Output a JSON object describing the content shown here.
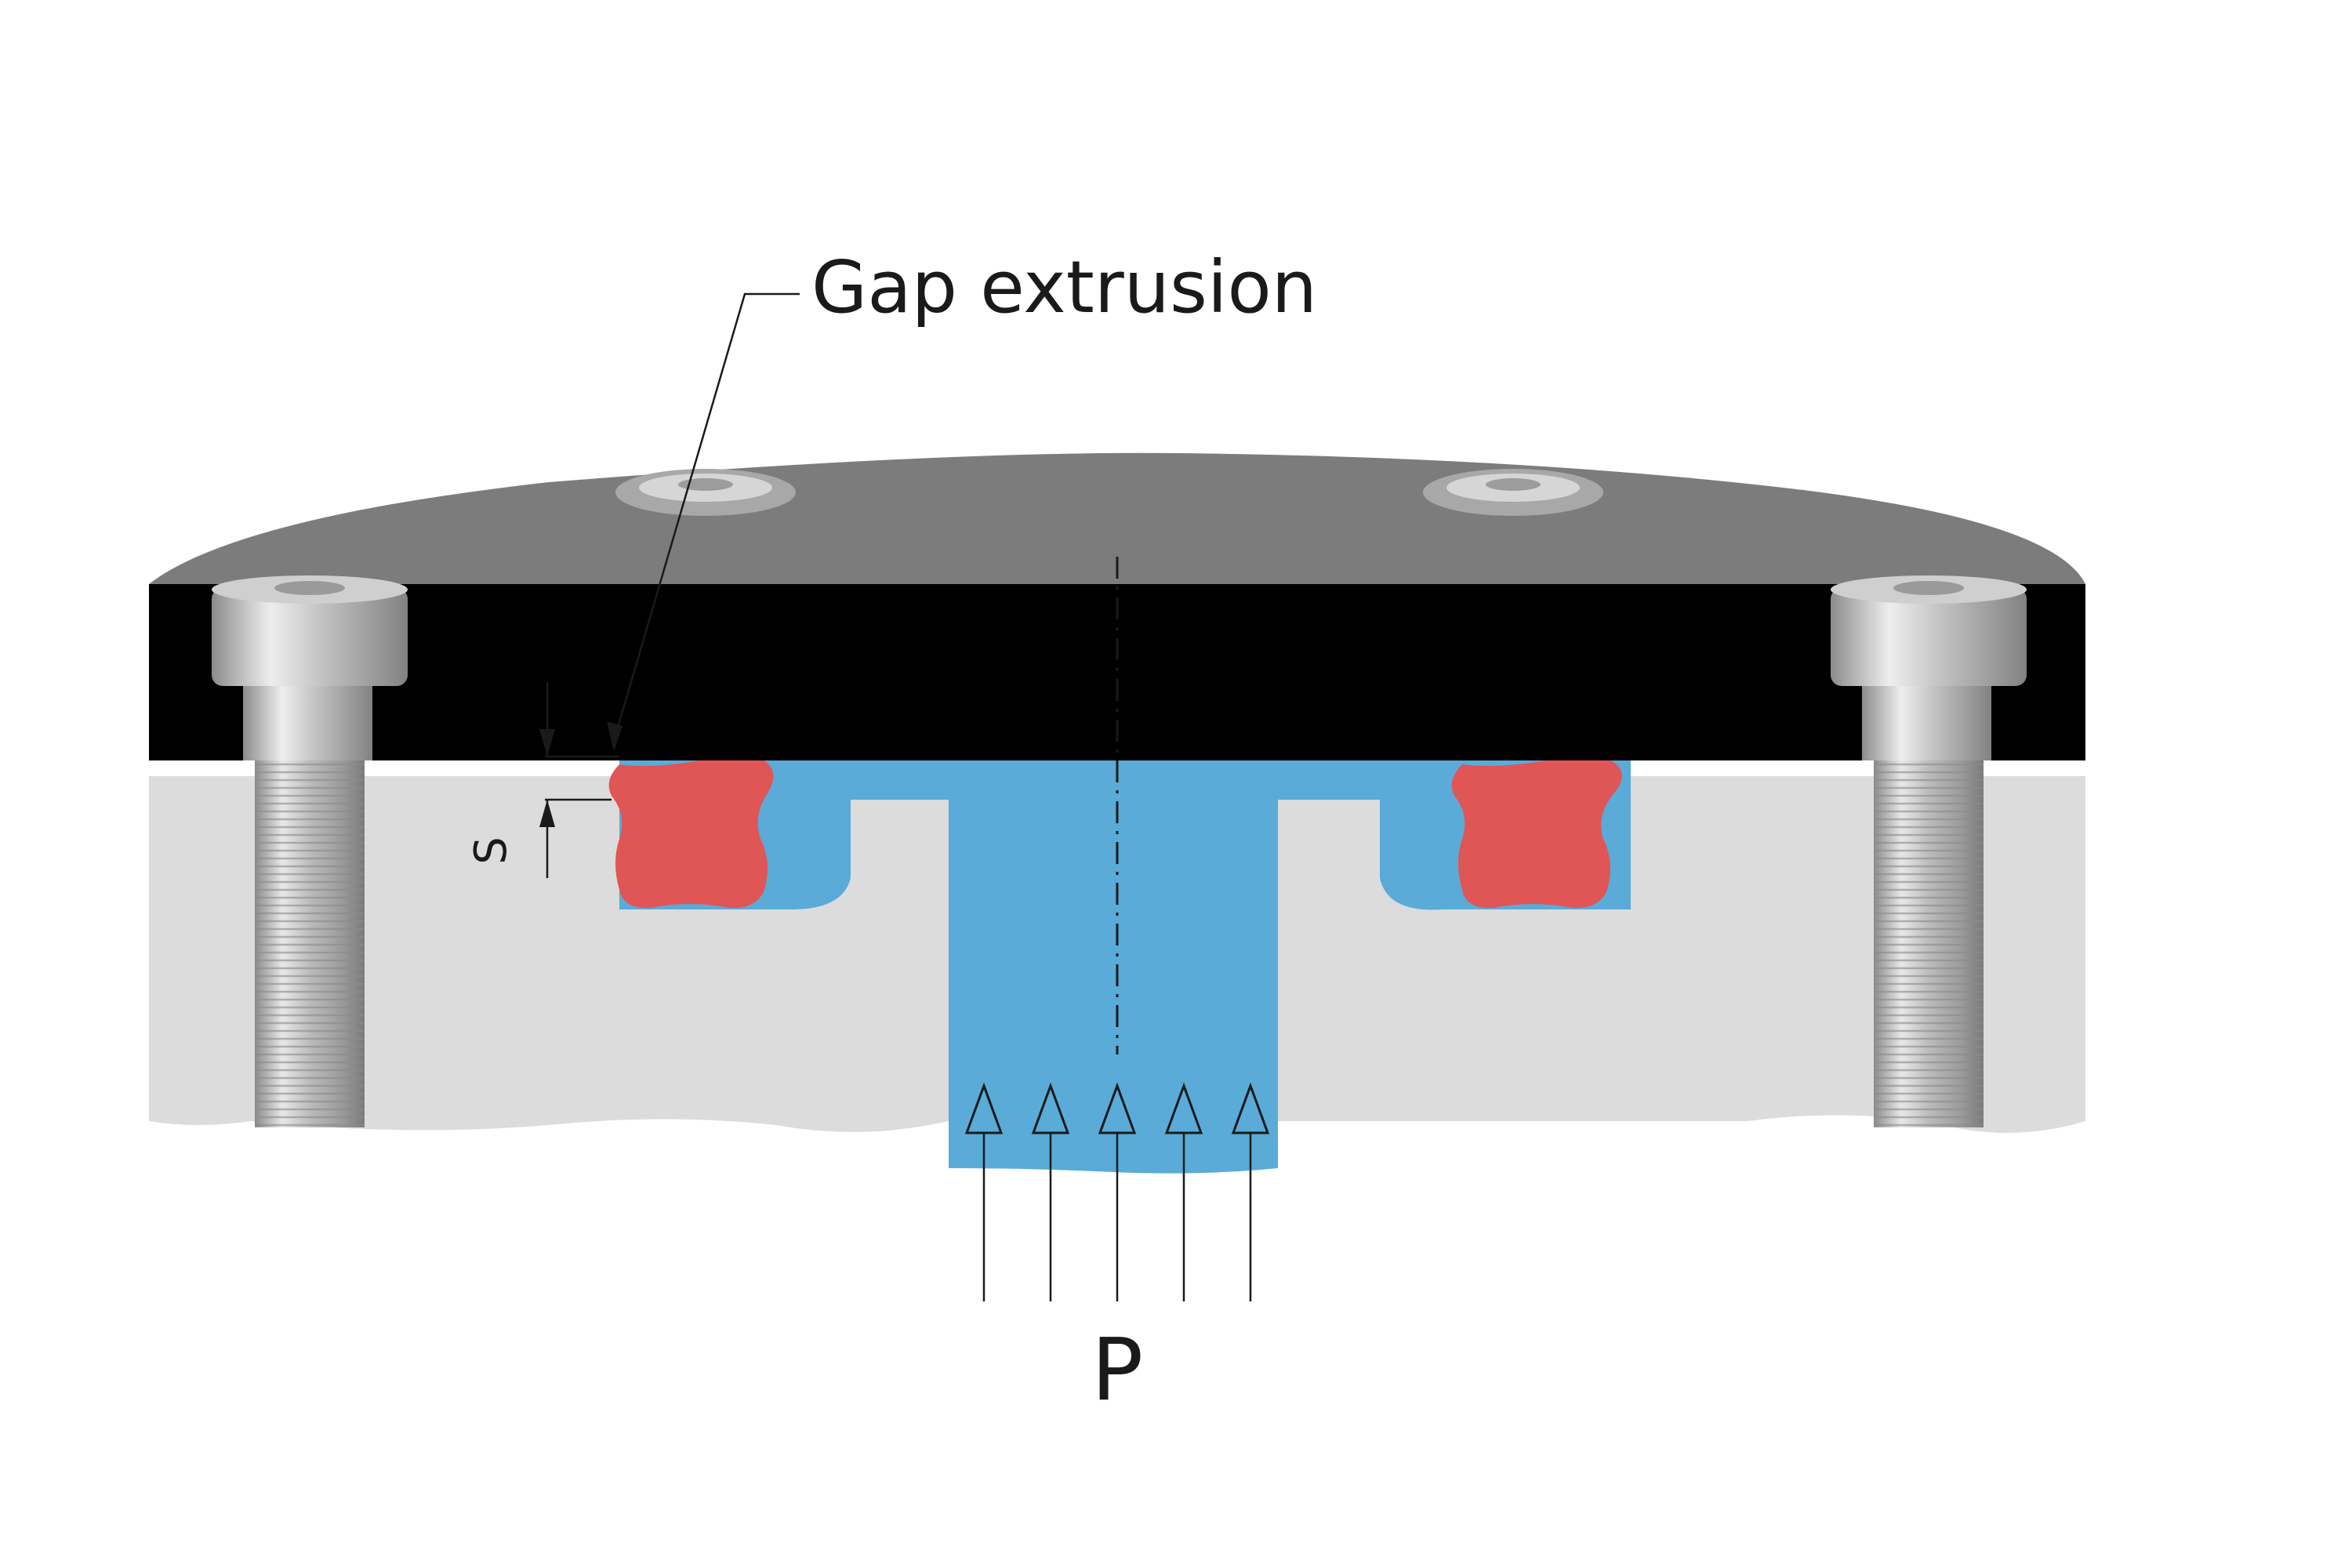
{
  "labels": {
    "gap_extrusion": "Gap extrusion",
    "pressure": "P",
    "gap_dimension": "S"
  },
  "colors": {
    "cover_plate": "#8e8e8e",
    "cover_plate_top": "#7c7c7c",
    "base_block": "#dcdcdc",
    "fluid": "#5aabd8",
    "seal": "#e05555",
    "screw": "#bdbdbd",
    "line": "#1a1a1a"
  },
  "icons": {
    "screw": "socket-head-cap-screw",
    "seal": "quad-ring-seal",
    "arrow": "pressure-arrow"
  }
}
